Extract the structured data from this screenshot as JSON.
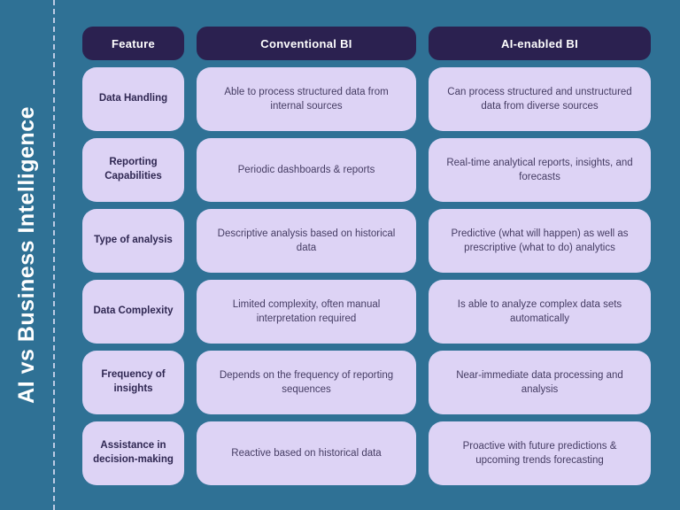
{
  "page": {
    "title": "AI vs Business Intelligence"
  },
  "colors": {
    "background": "#2f7195",
    "header_pill": "#2b2150",
    "cell_lavender": "#ddd3f5",
    "header_text": "#ffffff",
    "feature_text": "#2f2752",
    "description_text": "#453c63",
    "dashed_line": "#d6dbf3"
  },
  "table": {
    "headers": {
      "feature": "Feature",
      "conventional": "Conventional BI",
      "ai": "AI-enabled BI"
    },
    "rows": [
      {
        "feature": "Data Handling",
        "conventional": "Able to process structured data from internal sources",
        "ai": "Can process structured and unstructured data from diverse sources"
      },
      {
        "feature": "Reporting Capabilities",
        "conventional": "Periodic dashboards & reports",
        "ai": "Real-time analytical reports, insights, and forecasts"
      },
      {
        "feature": "Type of analysis",
        "conventional": "Descriptive analysis based on  historical data",
        "ai": "Predictive (what will happen)  as well as prescriptive (what to do) analytics"
      },
      {
        "feature": "Data Complexity",
        "conventional": "Limited complexity, often manual interpretation required",
        "ai": "Is able to analyze complex data sets automatically"
      },
      {
        "feature": "Frequency of insights",
        "conventional": "Depends on the frequency of reporting sequences",
        "ai": "Near-immediate  data processing and analysis"
      },
      {
        "feature": "Assistance in decision-making",
        "conventional": "Reactive based on historical data",
        "ai": "Proactive with future predictions & upcoming trends forecasting"
      }
    ]
  }
}
